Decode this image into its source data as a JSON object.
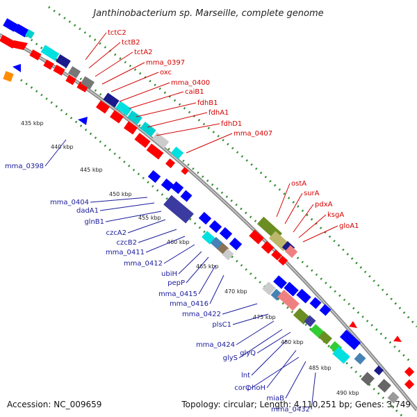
{
  "title": "Janthinobacterium sp. Marseille, complete genome",
  "footer": {
    "accession": "Accession: NC_009659",
    "info": "Topology: circular; Length: 4,110,251 bp; Genes: 3,749"
  },
  "kbp_ticks": [
    "435 kbp",
    "440 kbp",
    "445 kbp",
    "450 kbp",
    "455 kbp",
    "460 kbp",
    "465 kbp",
    "470 kbp",
    "475 kbp",
    "480 kbp",
    "485 kbp",
    "490 kbp"
  ],
  "genes_forward": [
    "tctC2",
    "tctB2",
    "tctA2",
    "mma_0397",
    "oxc",
    "mma_0400",
    "caiB1",
    "fdhB1",
    "fdhA1",
    "fdhD1",
    "mma_0407",
    "ostA",
    "surA",
    "pdxA",
    "ksgA",
    "gloA1"
  ],
  "genes_reverse": [
    "mma_0398",
    "mma_0404",
    "dadA1",
    "glnB1",
    "czcA2",
    "czcB2",
    "mma_0411",
    "mma_0412",
    "ubiH",
    "pepP",
    "mma_0415",
    "mma_0416",
    "mma_0422",
    "plsC1",
    "mma_0424",
    "glyS",
    "glyQ",
    "lnt",
    "phoH",
    "corC",
    "miaB",
    "mma_0432"
  ],
  "colors": {
    "forward_gene": "#ff0000",
    "reverse_gene": "#0000ff",
    "backbone": "#888888",
    "gc_dots": "#228b22",
    "label_forward": "#d40000",
    "label_reverse": "#1a1a9c"
  }
}
